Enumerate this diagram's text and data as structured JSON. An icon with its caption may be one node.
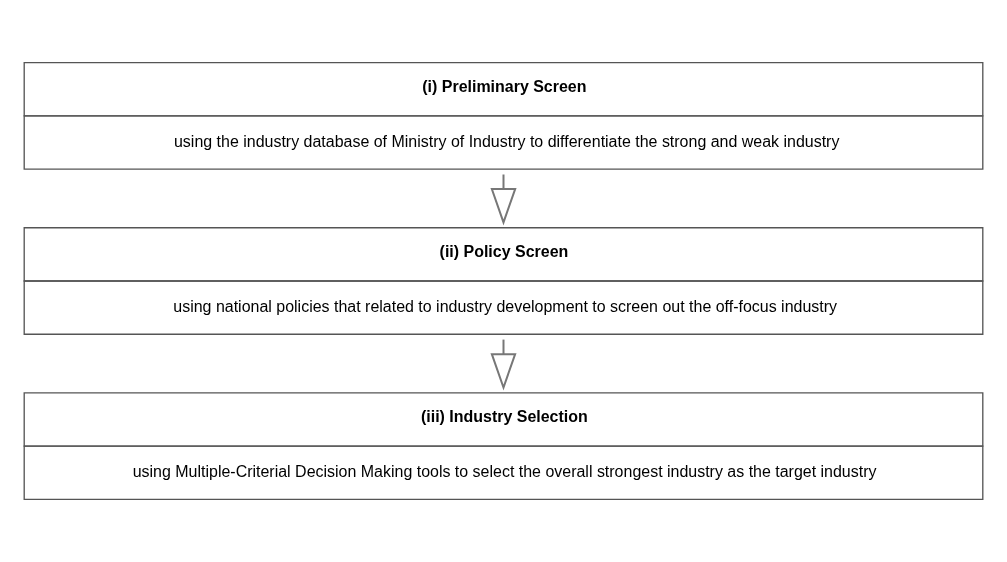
{
  "diagram": {
    "nodes": [
      {
        "text": [
          "(i) Preliminary Screen",
          "using the industry database of Ministry of Industry to differentiate the strong and weak industry"
        ]
      },
      {
        "text": [
          "(ii) Policy Screen",
          "using national policies that related to industry development to screen out the off-focus industry"
        ]
      },
      {
        "text": [
          "(iii) Industry Selection",
          "using Multiple-Criterial Decision Making tools to select the overall strongest industry as the target industry"
        ]
      }
    ],
    "edges": [
      {
        "from": 0,
        "to": 1,
        "arrow": "to"
      },
      {
        "from": 1,
        "to": 2,
        "arrow": "to"
      }
    ]
  }
}
